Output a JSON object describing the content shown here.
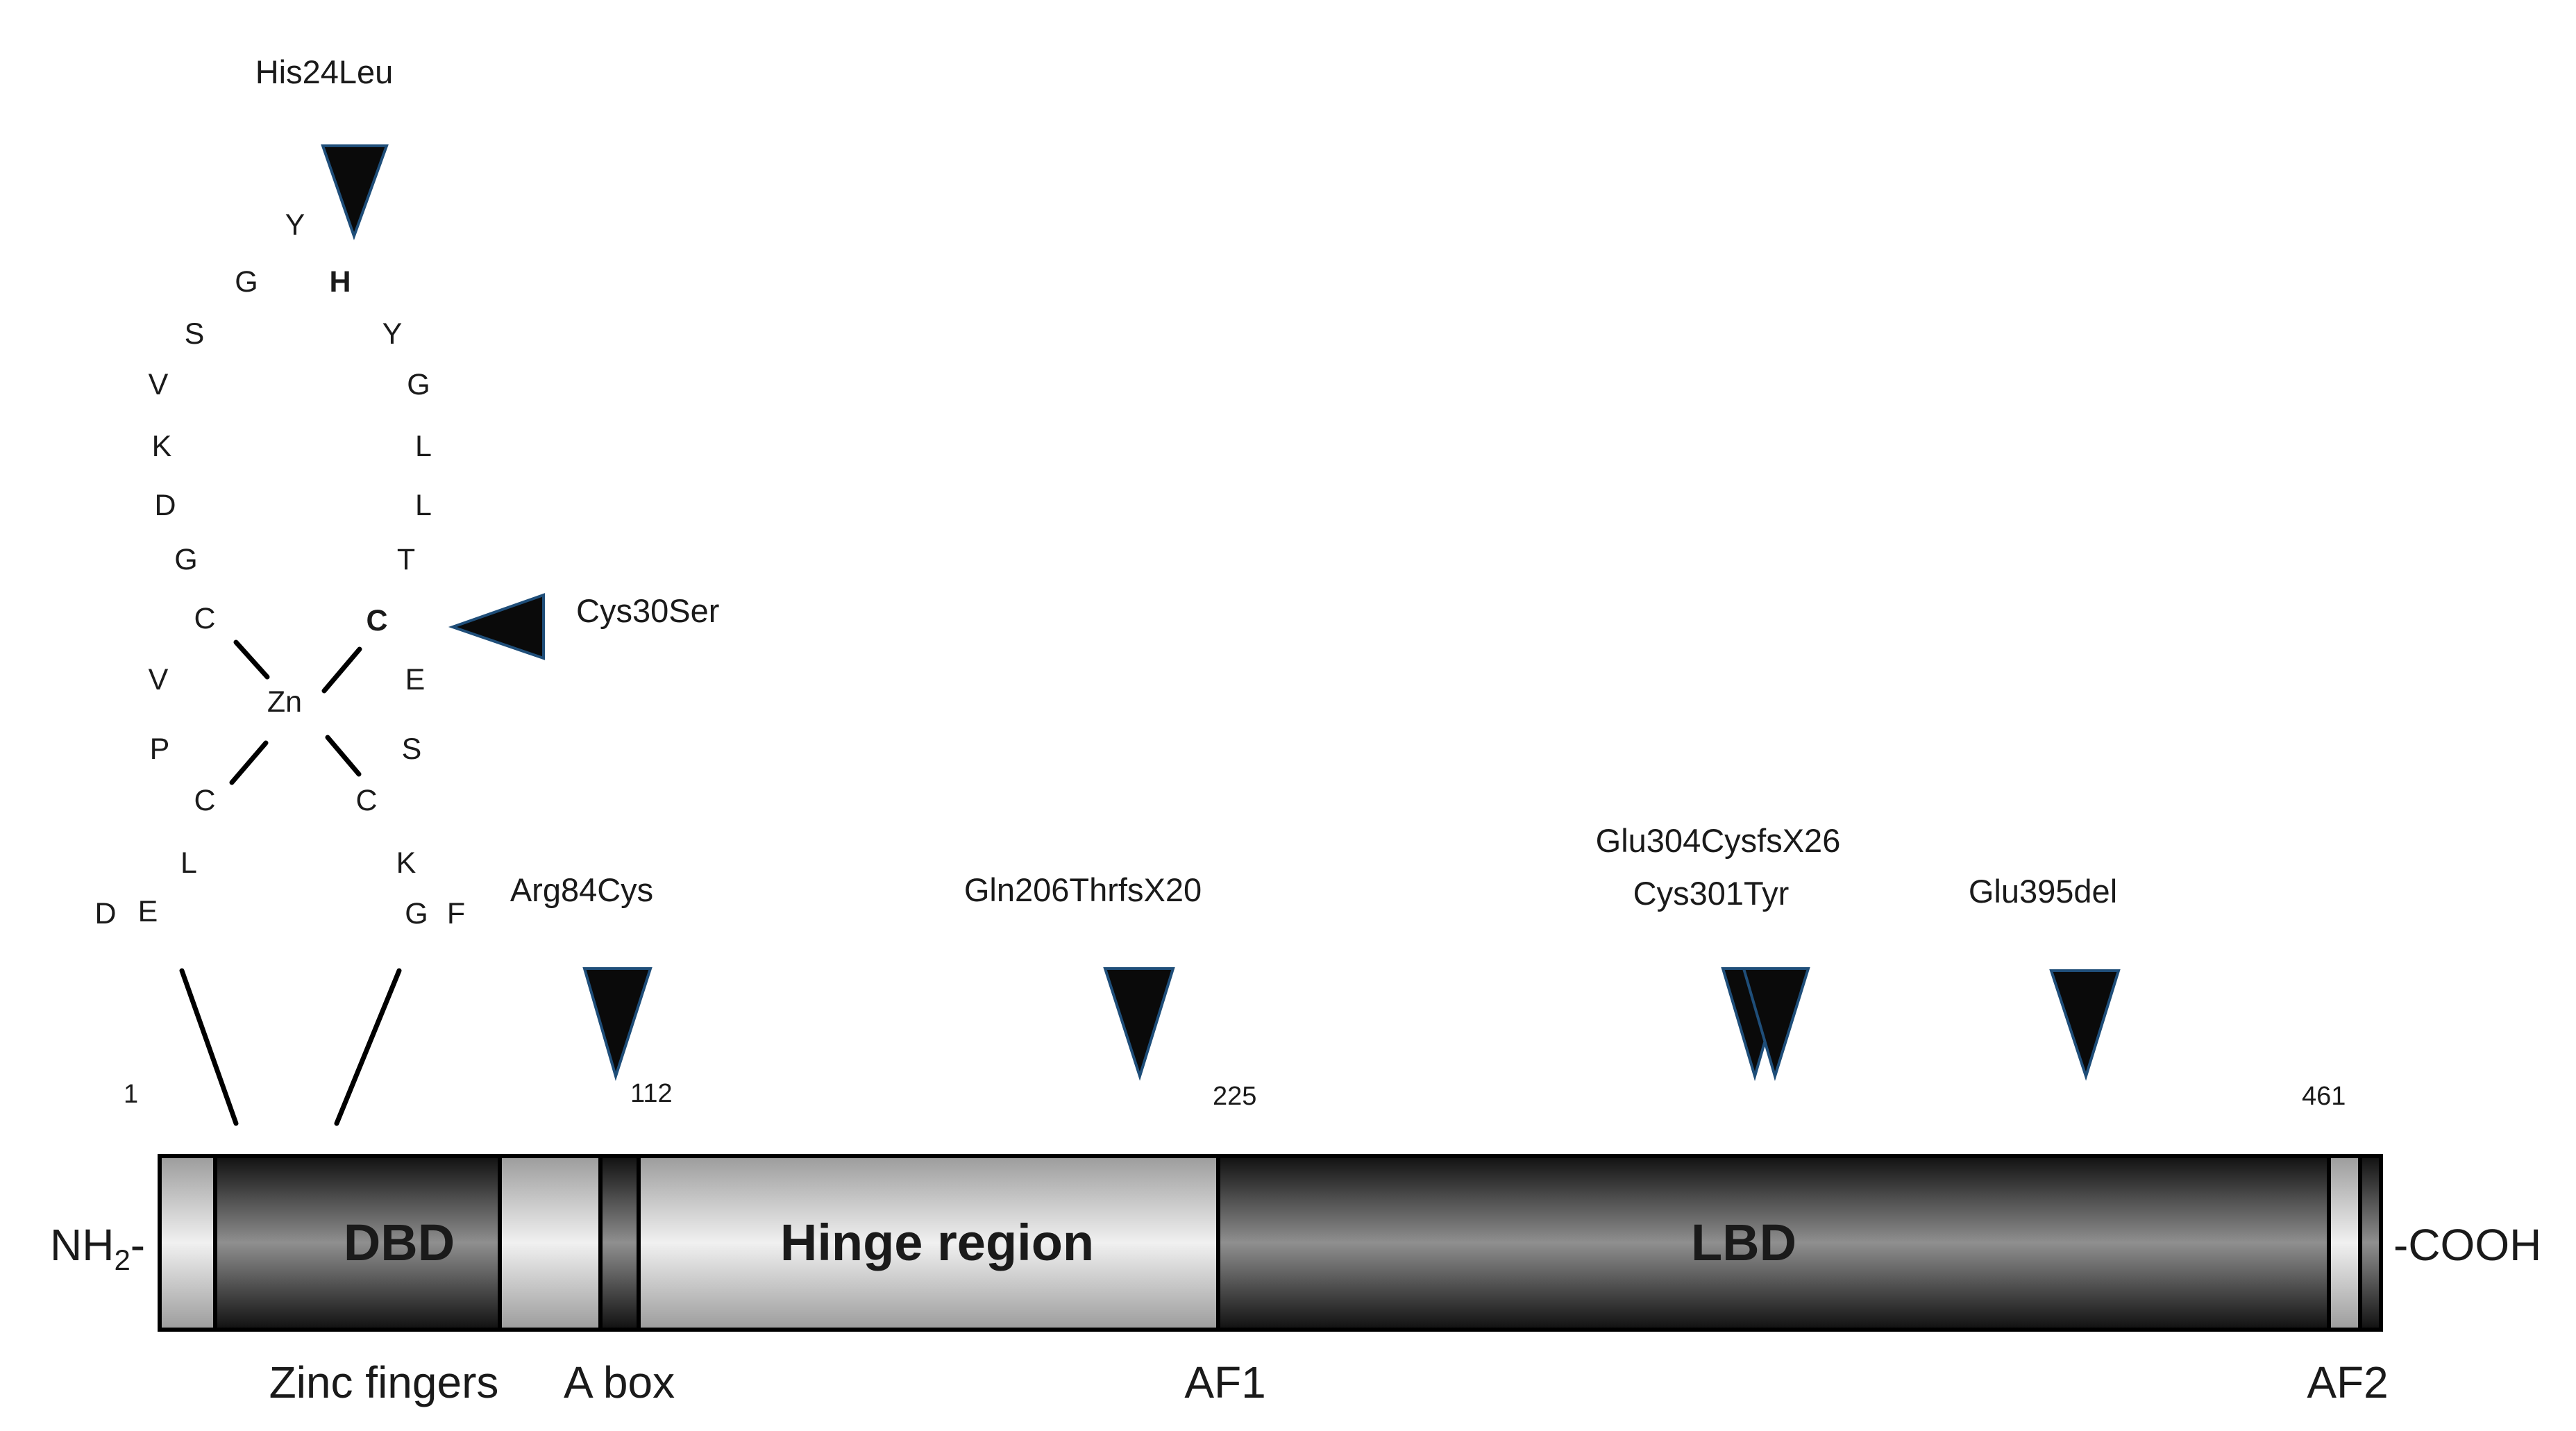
{
  "domains": {
    "dbd": "DBD",
    "hinge": "Hinge region",
    "lbd": "LBD"
  },
  "termini": {
    "n_main": "NH",
    "n_sub": "2",
    "n_dash": "-",
    "c": "-COOH"
  },
  "positions": {
    "p1": "1",
    "p112": "112",
    "p225": "225",
    "p461": "461"
  },
  "below_labels": {
    "zinc_fingers": "Zinc fingers",
    "a_box": "A box",
    "af1": "AF1",
    "af2": "AF2"
  },
  "mutations": {
    "his24leu": "His24Leu",
    "cys30ser": "Cys30Ser",
    "arg84cys": "Arg84Cys",
    "gln206": "Gln206ThrfsX20",
    "glu304": "Glu304CysfsX26",
    "cys301tyr": "Cys301Tyr",
    "glu395del": "Glu395del"
  },
  "zinc": "Zn",
  "residues": {
    "left_y": "Y",
    "left_g": "G",
    "left_s": "S",
    "left_v": "V",
    "left_k": "K",
    "left_d": "D",
    "left_g2": "G",
    "left_c1": "C",
    "left_v2": "V",
    "left_p": "P",
    "left_c2": "C",
    "left_l": "L",
    "left_d2": "D",
    "left_e": "E",
    "right_h": "H",
    "right_y": "Y",
    "right_g": "G",
    "right_l": "L",
    "right_l2": "L",
    "right_t": "T",
    "right_c1": "C",
    "right_e": "E",
    "right_s": "S",
    "right_c2": "C",
    "right_k": "K",
    "right_g2": "G",
    "right_f": "F"
  },
  "colors": {
    "bar_dark": "#151515",
    "bar_light": "#e6e6e6",
    "arrow_fill": "#0a0a0a",
    "arrow_edge": "#1f4e79"
  }
}
